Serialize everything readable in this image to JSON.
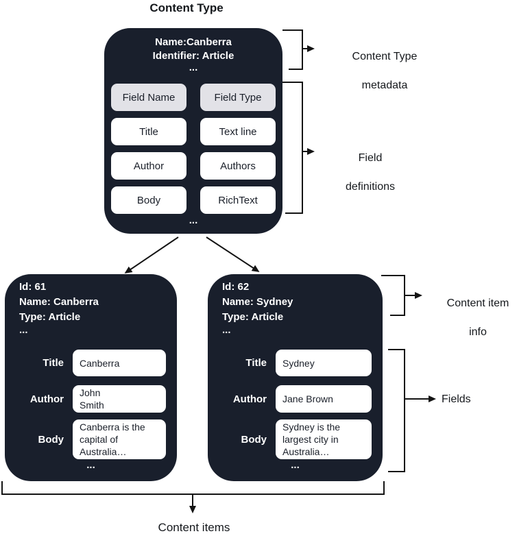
{
  "diagram": {
    "title": "Content Type",
    "bottom_label": "Content items"
  },
  "content_type_box": {
    "meta": {
      "name": "Name:Canberra",
      "identifier": "Identifier: Article",
      "more": "..."
    },
    "field_table": {
      "header": {
        "name": "Field Name",
        "type": "Field Type"
      },
      "rows": [
        {
          "name": "Title",
          "type": "Text line"
        },
        {
          "name": "Author",
          "type": "Authors"
        },
        {
          "name": "Body",
          "type": "RichText"
        }
      ]
    },
    "footer_more": "..."
  },
  "callouts": {
    "content_type_metadata": {
      "line1": "Content Type",
      "line2": "metadata"
    },
    "field_definitions": {
      "line1": "Field",
      "line2": "definitions"
    },
    "content_item_info": {
      "line1": "Content item",
      "line2": "info"
    },
    "fields": "Fields"
  },
  "content_items": [
    {
      "id": "Id: 61",
      "name": "Name: Canberra",
      "type": "Type: Article",
      "more": "...",
      "fields": [
        {
          "label": "Title",
          "value": "Canberra"
        },
        {
          "label": "Author",
          "value": "John\nSmith"
        },
        {
          "label": "Body",
          "value": "Canberra is the\ncapital of\nAustralia…"
        }
      ],
      "footer_more": "..."
    },
    {
      "id": "Id: 62",
      "name": "Name: Sydney",
      "type": "Type: Article",
      "more": "...",
      "fields": [
        {
          "label": "Title",
          "value": "Sydney"
        },
        {
          "label": "Author",
          "value": "Jane Brown"
        },
        {
          "label": "Body",
          "value": "Sydney is the\nlargest city in\nAustralia…"
        }
      ],
      "footer_more": "..."
    }
  ],
  "colors": {
    "box_bg": "#191f2c",
    "header_cell_bg": "#e2e2e7",
    "line": "#141414"
  }
}
